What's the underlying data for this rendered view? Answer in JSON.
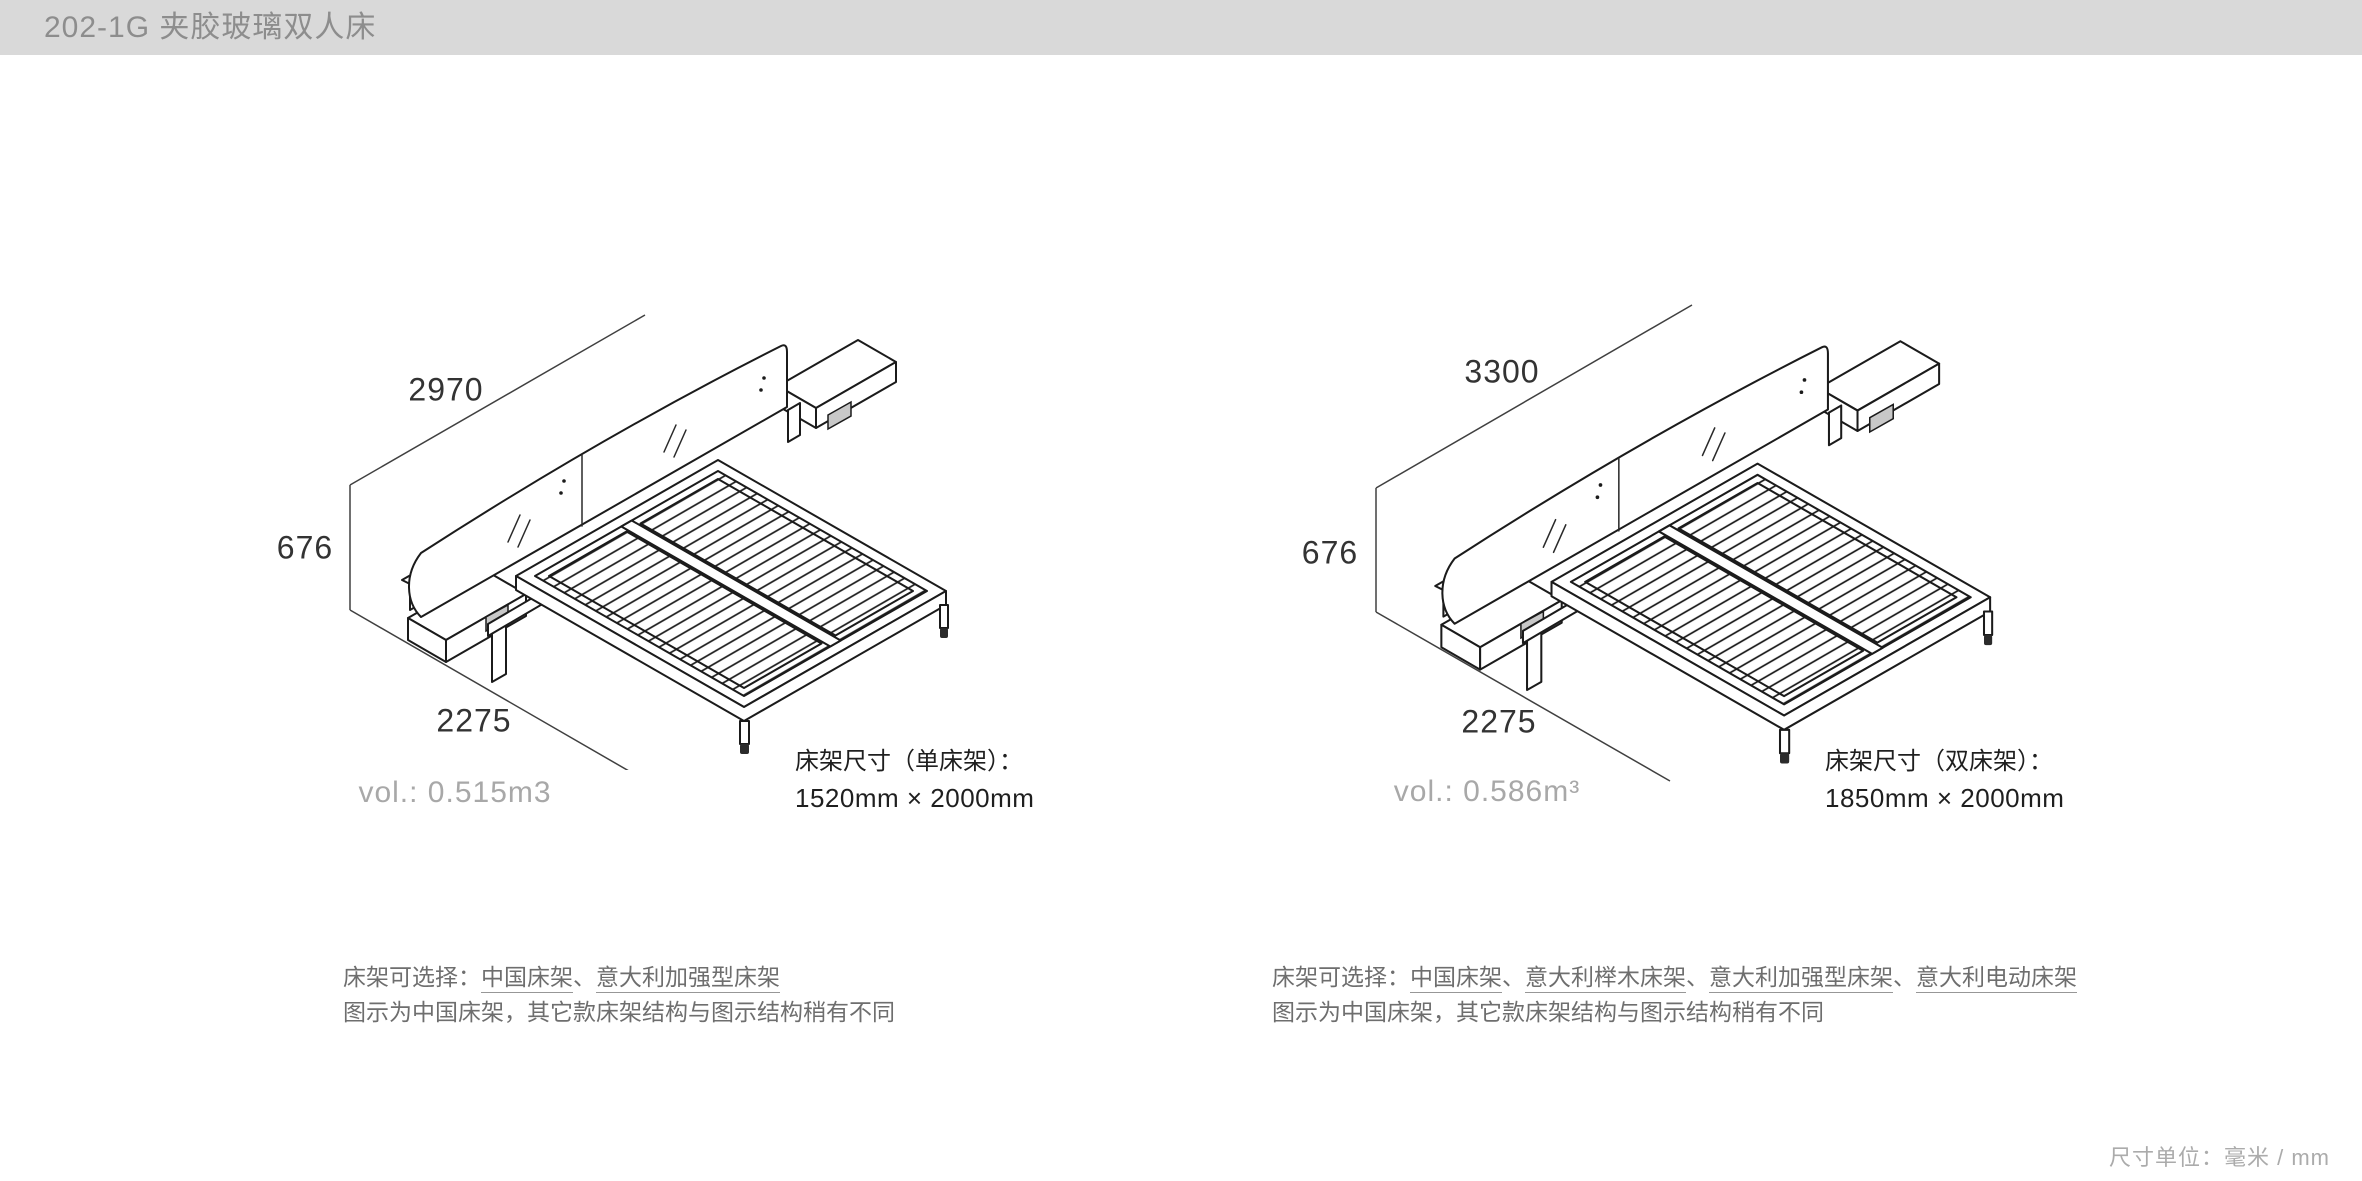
{
  "header": {
    "title": "202-1G 夹胶玻璃双人床"
  },
  "punct": {
    "enum_comma": "、"
  },
  "beds": {
    "left": {
      "dim_width": "2970",
      "dim_height": "676",
      "dim_depth": "2275",
      "volume": "vol.: 0.515m3",
      "frame_size_label": "床架尺寸（单床架）：",
      "frame_size_value": "1520mm × 2000mm",
      "note_prefix": "床架可选择：",
      "note_options": [
        "中国床架",
        "意大利加强型床架"
      ],
      "note_line2": "图示为中国床架，其它款床架结构与图示结构稍有不同"
    },
    "right": {
      "dim_width": "3300",
      "dim_height": "676",
      "dim_depth": "2275",
      "volume": "vol.: 0.586m³",
      "frame_size_label": "床架尺寸（双床架）：",
      "frame_size_value": "1850mm × 2000mm",
      "note_prefix": "床架可选择：",
      "note_options": [
        "中国床架",
        "意大利榉木床架",
        "意大利加强型床架",
        "意大利电动床架"
      ],
      "note_line2": "图示为中国床架，其它款床架结构与图示结构稍有不同"
    }
  },
  "footer": {
    "unit_note": "尺寸单位：毫米 / mm"
  }
}
